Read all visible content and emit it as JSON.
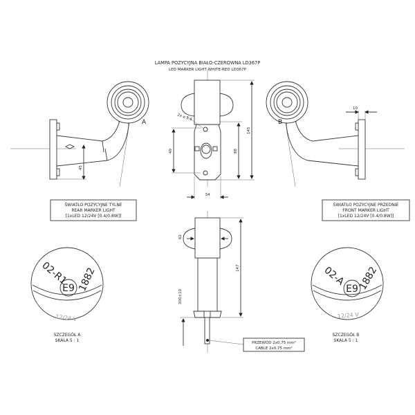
{
  "title": {
    "line1": "LAMPA POZYCYJNA BIAŁO-CZEROWNA LD367P",
    "line2": "LED MARKER LIGHT WHITE-RED LD367P"
  },
  "views": {
    "left": {
      "marker": "A",
      "dim_45": "45"
    },
    "right": {
      "marker": "B",
      "dim_10": "10"
    },
    "front": {
      "hole": "2x ⌀ 5.4",
      "dim_49": "49",
      "dim_88": "88",
      "dim_145": "145",
      "dim_34": "34"
    },
    "bottom": {
      "dim_62": "62",
      "dim_147": "147",
      "dim_cable_len": "300±10"
    }
  },
  "labels": {
    "rear": [
      "ŚWIATŁO POZYCYJNE TYLNE",
      "REAR MARKER LIGHT",
      "[1xLED 12/24V [0.4/0.8W]]"
    ],
    "front": [
      "ŚWIATŁO POZYCYJNE PRZEDNIE",
      "FRONT MARKER LIGHT",
      "[1xLED 12/24V [0.4/0.8W]]"
    ],
    "cable": [
      "PRZEWÓD 2x0,75 mm²",
      "CABLE 2x0,75 mm²"
    ]
  },
  "detail_a": {
    "code": "02-R1",
    "mark": "E9",
    "number": "1882",
    "voltage": "12/24 V",
    "caption": [
      "SZCZEGÓŁ A",
      "SKALA 5 : 1"
    ]
  },
  "detail_b": {
    "code": "02-A",
    "mark": "E9",
    "number": "1882",
    "voltage": "12/24 V",
    "caption": [
      "SZCZEGÓŁ B",
      "SKALA 5 : 1"
    ]
  }
}
